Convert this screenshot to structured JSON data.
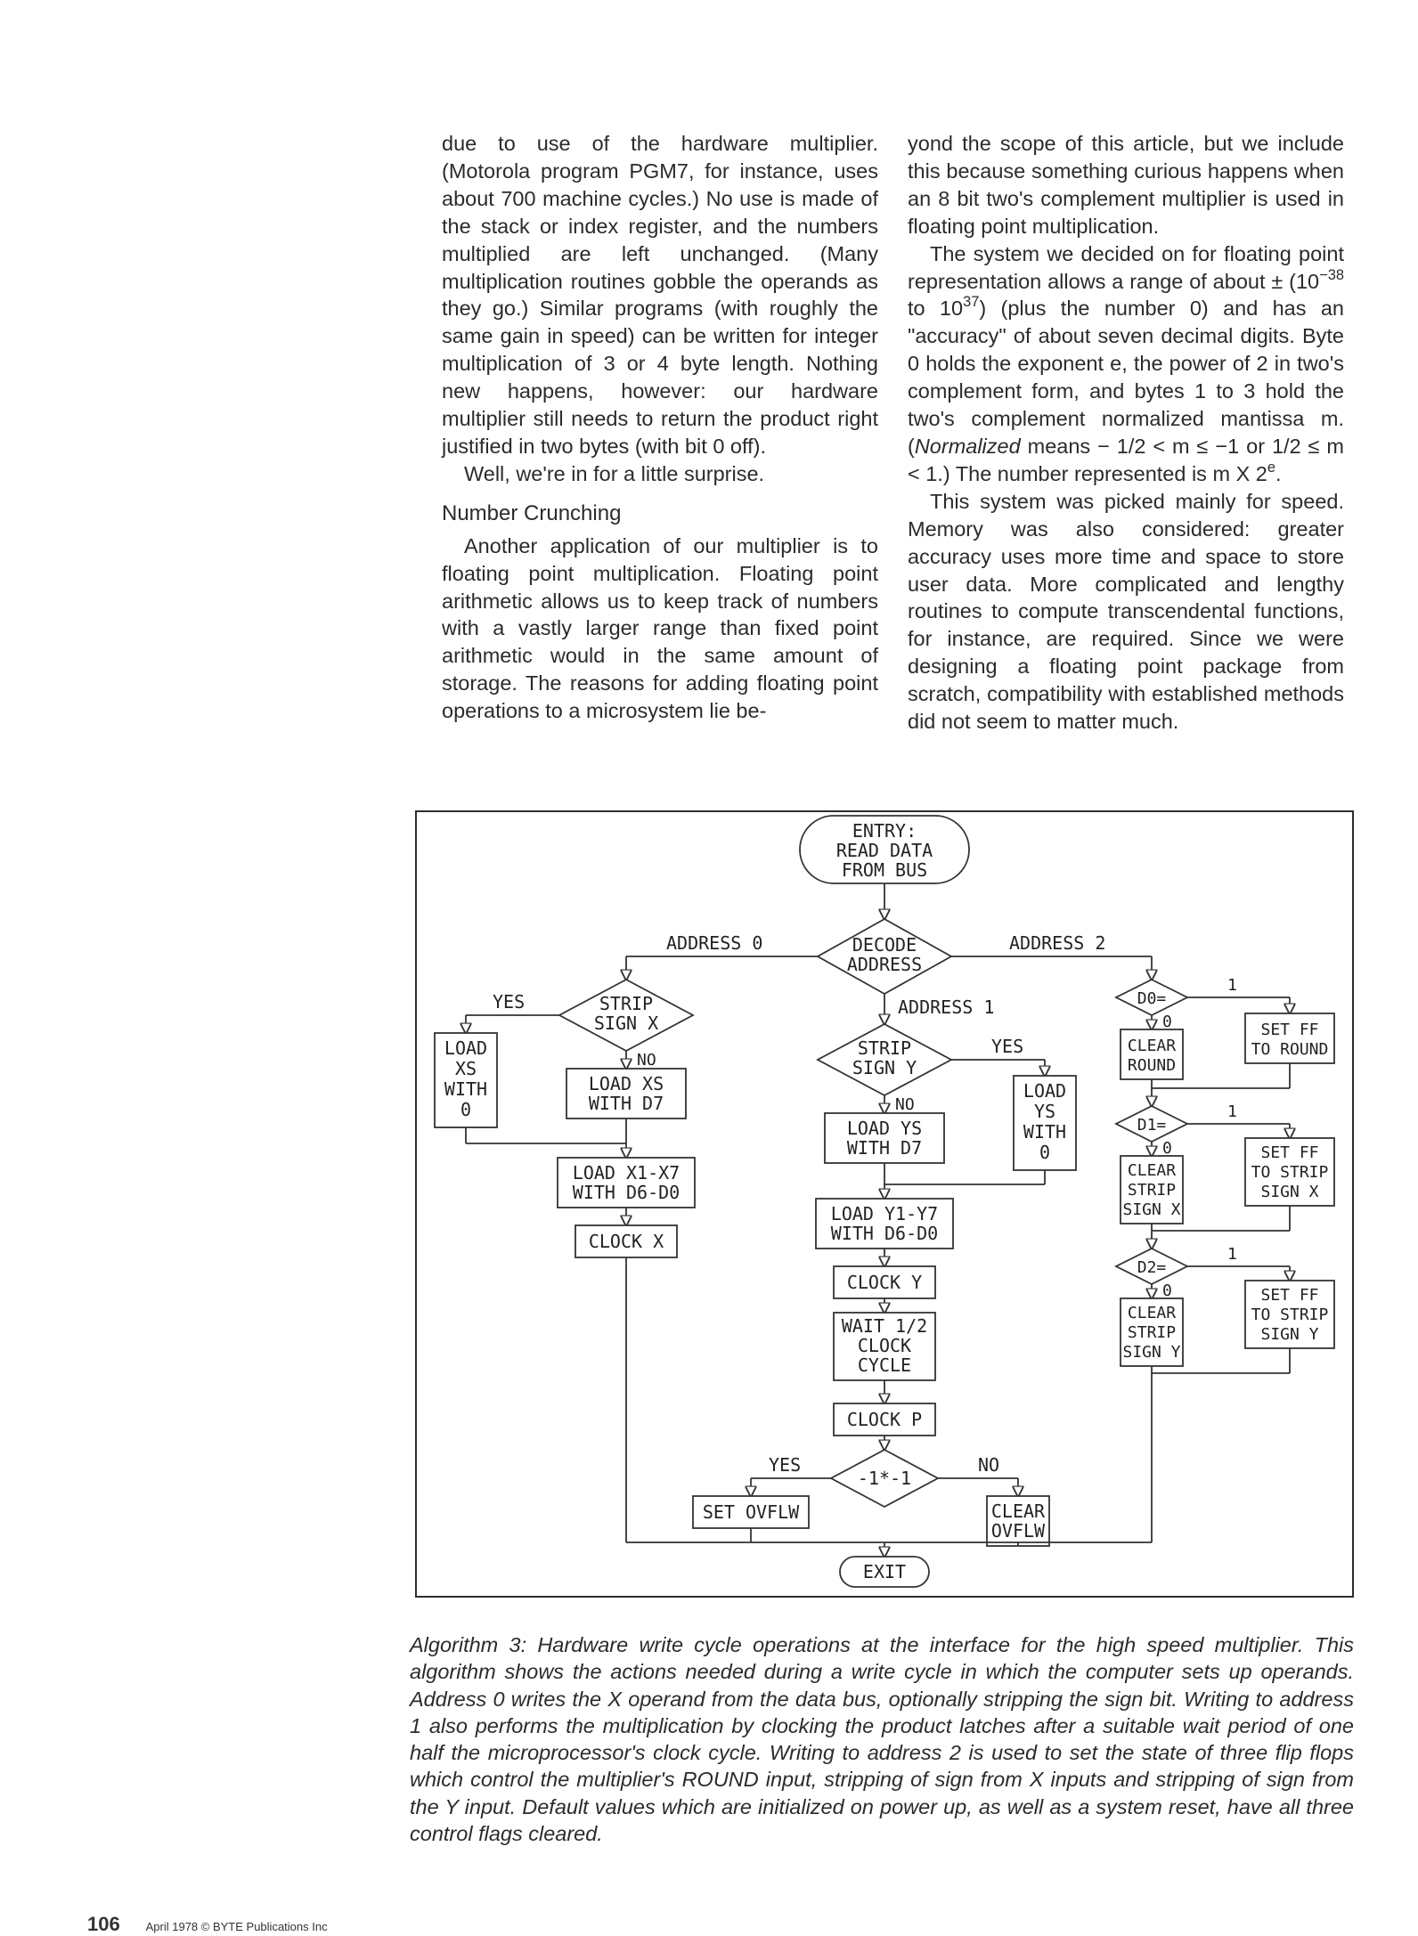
{
  "left_column": {
    "p1": "due to use of the hardware multiplier. (Motorola program PGM7, for instance, uses about 700 machine cycles.) No use is made of the stack or index register, and the numbers multiplied are left unchanged. (Many multiplication routines gobble the operands as they go.) Similar programs (with roughly the same gain in speed) can be written for integer multiplication of 3 or 4 byte length. Nothing new happens, however: our hardware multiplier still needs to return the product right justified in two bytes (with bit 0 off).",
    "p2": "Well, we're in for a little surprise.",
    "heading": "Number Crunching",
    "p3": "Another application of our multiplier is to floating point multiplication. Floating point arithmetic allows us to keep track of numbers with a vastly larger range than fixed point arithmetic would in the same amount of storage. The reasons for adding floating point operations to a microsystem lie be-"
  },
  "right_column": {
    "p1": "yond the scope of this article, but we include this because something curious happens when an 8 bit two's complement multiplier is used in floating point multiplication.",
    "p2_a": "The system we decided on for floating point representation allows a range of about ± (10",
    "p2_exp1": "−38",
    "p2_b": " to 10",
    "p2_exp2": "37",
    "p2_c": ") (plus the number 0) and has an \"accuracy\" of about seven decimal digits. Byte 0 holds the exponent e, the power of 2 in two's complement form, and bytes 1 to 3 hold the two's complement normalized mantissa m. (",
    "p2_em": "Normalized",
    "p2_d": " means − 1/2 < m ≤ −1 or 1/2 ≤ m < 1.) The number represented is m X 2",
    "p2_exp3": "e",
    "p2_e": ".",
    "p3": "This system was picked mainly for speed. Memory was also considered: greater accuracy uses more time and space to store user data. More complicated and lengthy routines to compute transcendental functions, for instance, are required. Since we were designing a floating point package from scratch, compatibility with established methods did not seem to matter much."
  },
  "flowchart": {
    "entry": [
      "ENTRY:",
      "READ DATA",
      "FROM BUS"
    ],
    "decode": [
      "DECODE",
      "ADDRESS"
    ],
    "address_0": "ADDRESS 0",
    "address_1": "ADDRESS 1",
    "address_2": "ADDRESS 2",
    "strip_sign_x": [
      "STRIP",
      "SIGN X"
    ],
    "yes_x": "YES",
    "no_x": "NO",
    "load_xs_0": [
      "LOAD",
      "XS",
      "WITH",
      "0"
    ],
    "load_xs_d7": [
      "LOAD XS",
      "WITH D7"
    ],
    "load_x1_x7": [
      "LOAD X1-X7",
      "WITH D6-D0"
    ],
    "clock_x": "CLOCK X",
    "strip_sign_y": [
      "STRIP",
      "SIGN Y"
    ],
    "yes_y": "YES",
    "no_y": "NO",
    "load_ys_d7": [
      "LOAD YS",
      "WITH D7"
    ],
    "load_ys_0": [
      "LOAD",
      "YS",
      "WITH",
      "0"
    ],
    "load_y1_y7": [
      "LOAD Y1-Y7",
      "WITH D6-D0"
    ],
    "clock_y": "CLOCK Y",
    "wait": [
      "WAIT 1/2",
      "CLOCK",
      "CYCLE"
    ],
    "clock_p": "CLOCK P",
    "test": "-1*-1",
    "yes_ovf": "YES",
    "no_ovf": "NO",
    "set_ovflw": "SET OVFLW",
    "clear_ovflw": [
      "CLEAR",
      "OVFLW"
    ],
    "exit": "EXIT",
    "d0": "D0=",
    "d1": "D1=",
    "d2": "D2=",
    "one": "1",
    "zero": "0",
    "clear_round": [
      "CLEAR",
      "ROUND"
    ],
    "set_ff_round": [
      "SET FF",
      "TO ROUND"
    ],
    "clear_strip_x": [
      "CLEAR",
      "STRIP",
      "SIGN X"
    ],
    "set_ff_strip_x": [
      "SET FF",
      "TO STRIP",
      "SIGN X"
    ],
    "clear_strip_y": [
      "CLEAR",
      "STRIP",
      "SIGN Y"
    ],
    "set_ff_strip_y": [
      "SET FF",
      "TO STRIP",
      "SIGN Y"
    ]
  },
  "caption": "Algorithm 3: Hardware write cycle operations at the interface for the high speed multiplier. This algorithm shows the actions needed during a write cycle in which the computer sets up operands. Address 0 writes the X operand from the data bus, optionally stripping the sign bit. Writing to address 1 also performs the multiplication by clocking the product latches after a suitable wait period of one half the microprocessor's clock cycle. Writing to address 2 is used to set the state of three flip flops which control the multiplier's ROUND input, stripping of sign from X inputs and stripping of sign from the Y input. Default values which are initialized on power up, as well as a system reset, have all three control flags cleared.",
  "footer": {
    "page_number": "106",
    "credit": "April 1978 © BYTE Publications Inc"
  }
}
